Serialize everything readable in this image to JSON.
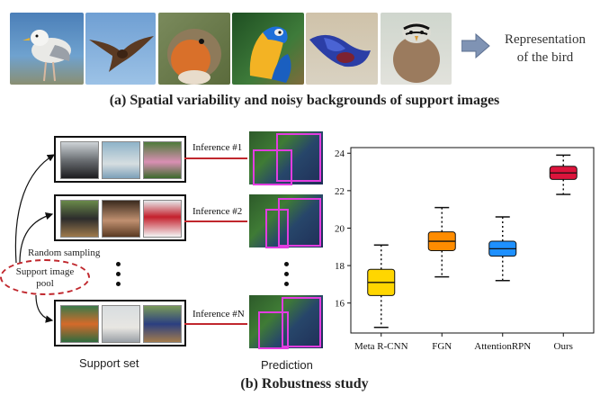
{
  "top_panel": {
    "images": [
      "seagull",
      "eagle-in-flight",
      "robin",
      "macaw",
      "blue-bird",
      "sparrow"
    ],
    "arrow_color": "#7f93b4",
    "representation_line1": "Representation",
    "representation_line2": "of the bird",
    "caption": "(a) Spatial variability and noisy backgrounds of support images"
  },
  "bottom_panel": {
    "inference_labels": [
      "Inference #1",
      "Inference #2",
      "Inference #N"
    ],
    "random_sampling": "Random sampling",
    "pool_line1": "Support image",
    "pool_line2": "pool",
    "support_set_label": "Support set",
    "prediction_label": "Prediction",
    "caption": "(b) Robustness study",
    "accent_color": "#c0272d",
    "box_color": "#e23de0"
  },
  "chart_data": {
    "type": "box",
    "categories": [
      "Meta R-CNN",
      "FGN",
      "AttentionRPN",
      "Ours"
    ],
    "colors": [
      "#ffd600",
      "#ff8c00",
      "#1e90ff",
      "#dc143c"
    ],
    "series": [
      {
        "min": 14.7,
        "q1": 16.4,
        "median": 17.1,
        "q3": 17.8,
        "max": 19.1
      },
      {
        "min": 17.4,
        "q1": 18.8,
        "median": 19.3,
        "q3": 19.8,
        "max": 21.1
      },
      {
        "min": 17.2,
        "q1": 18.5,
        "median": 18.9,
        "q3": 19.3,
        "max": 20.6
      },
      {
        "min": 21.8,
        "q1": 22.6,
        "median": 22.95,
        "q3": 23.3,
        "max": 23.9
      }
    ],
    "yticks": [
      16,
      18,
      20,
      22,
      24
    ],
    "ylim": [
      14.4,
      24.3
    ],
    "title": "",
    "xlabel": "",
    "ylabel": ""
  }
}
